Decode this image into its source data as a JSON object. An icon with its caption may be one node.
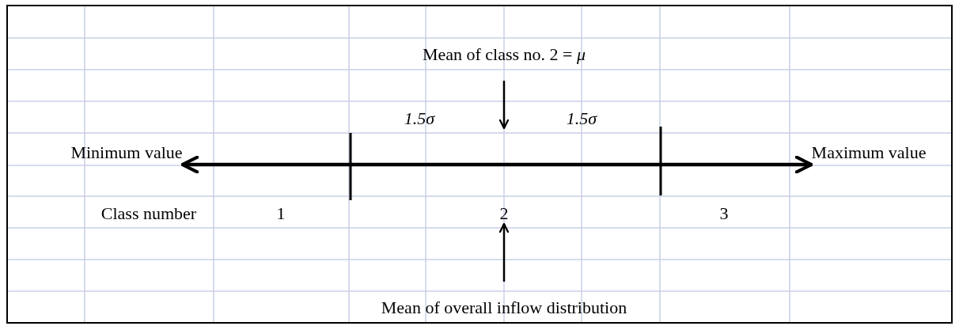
{
  "diagram": {
    "nodes": [
      {
        "text": [
          "Mean of class no. 2 = *μ*"
        ]
      },
      {
        "text": [
          "Minimum value"
        ]
      },
      {
        "text": [
          "Maximum value"
        ]
      },
      {
        "text": [
          "Mean of overall inflow distribution"
        ]
      },
      {
        "text": [
          "2"
        ]
      }
    ],
    "edges": [
      {
        "from": 0,
        "to": null,
        "arrow": "to"
      },
      {
        "from": 1,
        "to": 2,
        "arrow": "both",
        "style": "thick"
      },
      {
        "from": 3,
        "to": 4,
        "arrow": "to"
      }
    ],
    "labels": [
      "1.5σ",
      "1.5σ",
      "Class number",
      "1",
      "3"
    ]
  }
}
